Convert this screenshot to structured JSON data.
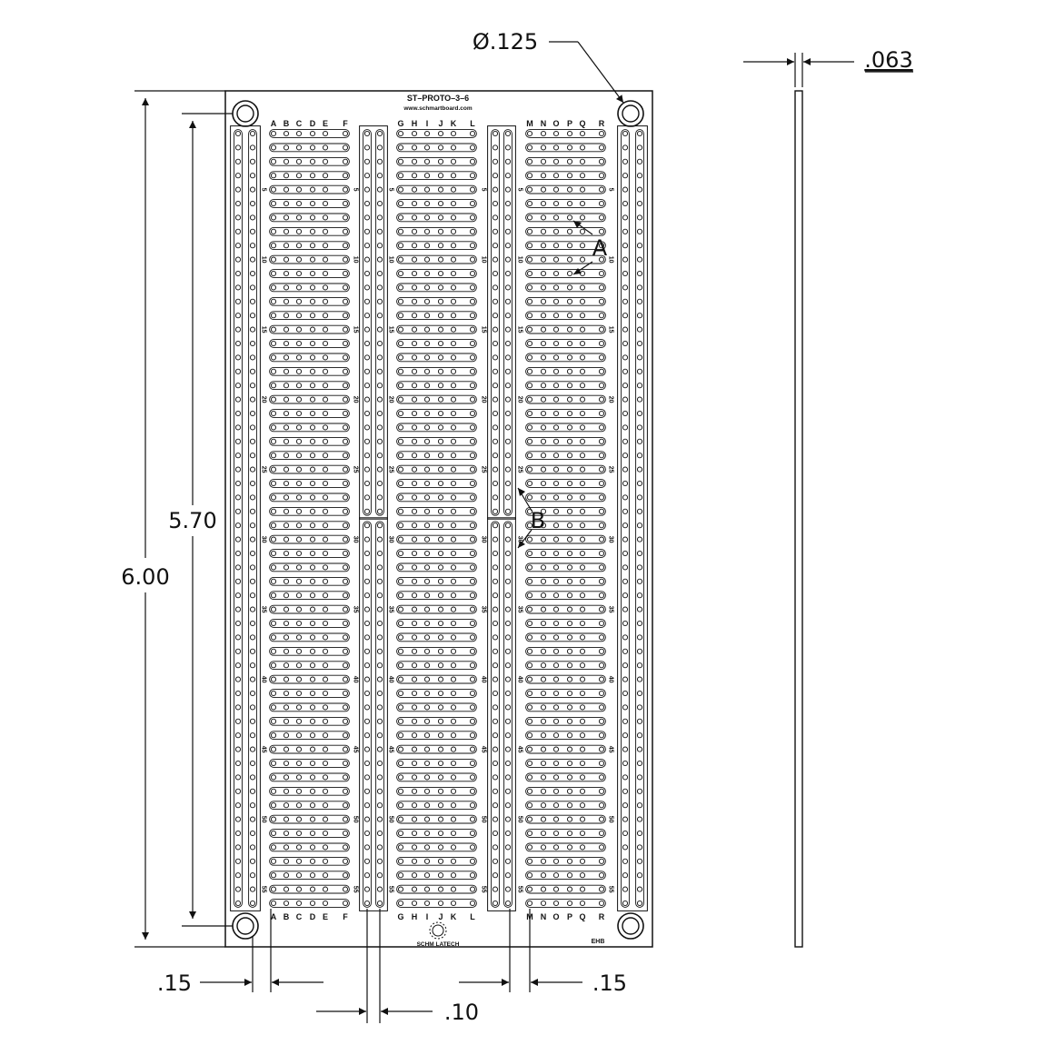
{
  "board": {
    "model": "ST–PROTO–3–6",
    "url": "www.schmartboard.com",
    "maker": "SCHM LATECH",
    "code": "EHB",
    "rows": 56,
    "row_markers": [
      "5",
      "10",
      "15",
      "20",
      "25",
      "30",
      "35",
      "40",
      "45",
      "50",
      "55"
    ]
  },
  "groups": {
    "left": [
      "A",
      "B",
      "C",
      "D",
      "E",
      "F"
    ],
    "middle": [
      "G",
      "H",
      "I",
      "J",
      "K",
      "L"
    ],
    "right": [
      "M",
      "N",
      "O",
      "P",
      "Q",
      "R"
    ]
  },
  "rails": {
    "minus": "–",
    "plus": "+"
  },
  "callouts": {
    "a": "A",
    "b": "B"
  },
  "dimensions": {
    "hole_diameter": "Ø.125",
    "thickness": ".063",
    "overall_height": "6.00",
    "hole_spacing": "5.70",
    "edge_offset_left": ".15",
    "edge_offset_right": ".15",
    "rail_pitch": ".10"
  }
}
